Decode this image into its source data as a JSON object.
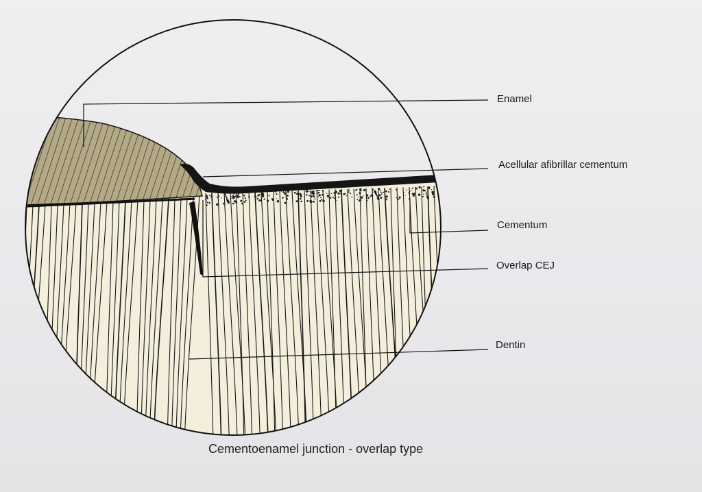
{
  "labels": {
    "enamel": "Enamel",
    "acellular_afibrillar_cementum": "Acellular afibrillar cementum",
    "cementum": "Cementum",
    "overlap_cej": "Overlap CEJ",
    "dentin": "Dentin"
  },
  "caption": "Cementoenamel junction - overlap type",
  "colors": {
    "background": "#ecebed",
    "enamel_fill": "#b3a987",
    "dentin_fill": "#f3efdc",
    "line": "#111111"
  }
}
